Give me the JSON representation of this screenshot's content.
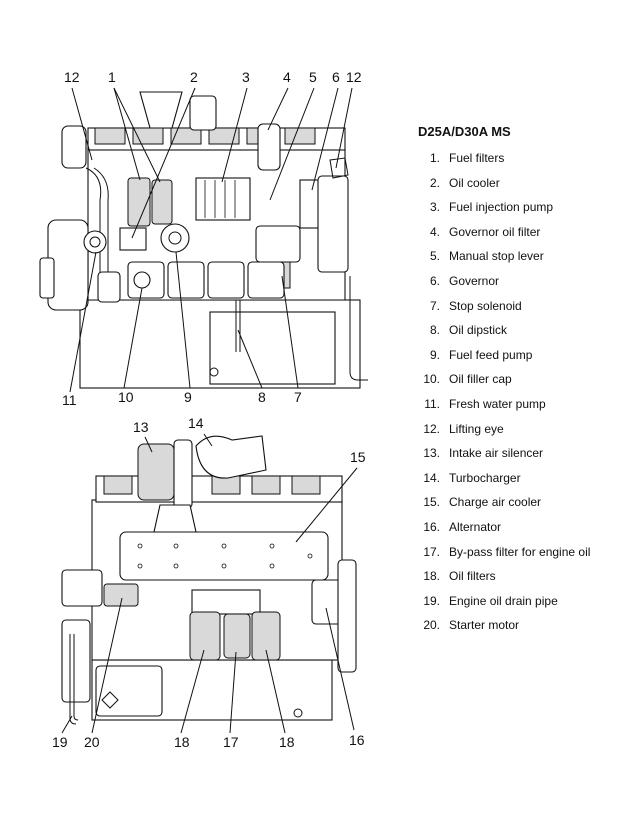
{
  "legend": {
    "title": "D25A/D30A MS",
    "items": [
      {
        "num": "1.",
        "label": "Fuel filters"
      },
      {
        "num": "2.",
        "label": "Oil cooler"
      },
      {
        "num": "3.",
        "label": "Fuel injection pump"
      },
      {
        "num": "4.",
        "label": "Governor oil filter"
      },
      {
        "num": "5.",
        "label": "Manual stop lever"
      },
      {
        "num": "6.",
        "label": "Governor"
      },
      {
        "num": "7.",
        "label": "Stop solenoid"
      },
      {
        "num": "8.",
        "label": "Oil dipstick"
      },
      {
        "num": "9.",
        "label": "Fuel feed pump"
      },
      {
        "num": "10.",
        "label": "Oil filler cap"
      },
      {
        "num": "11.",
        "label": "Fresh water pump"
      },
      {
        "num": "12.",
        "label": "Lifting eye"
      },
      {
        "num": "13.",
        "label": "Intake air silencer"
      },
      {
        "num": "14.",
        "label": "Turbocharger"
      },
      {
        "num": "15.",
        "label": "Charge air cooler"
      },
      {
        "num": "16.",
        "label": "Alternator"
      },
      {
        "num": "17.",
        "label": "By-pass filter for engine oil"
      },
      {
        "num": "18.",
        "label": "Oil filters"
      },
      {
        "num": "19.",
        "label": "Engine oil drain pipe"
      },
      {
        "num": "20.",
        "label": "Starter motor"
      }
    ]
  },
  "callouts": {
    "top": [
      "12",
      "1",
      "2",
      "3",
      "4",
      "5",
      "6",
      "12",
      "11",
      "10",
      "9",
      "8",
      "7"
    ],
    "bottom": [
      "13",
      "14",
      "15",
      "19",
      "20",
      "18",
      "17",
      "18",
      "16"
    ]
  }
}
